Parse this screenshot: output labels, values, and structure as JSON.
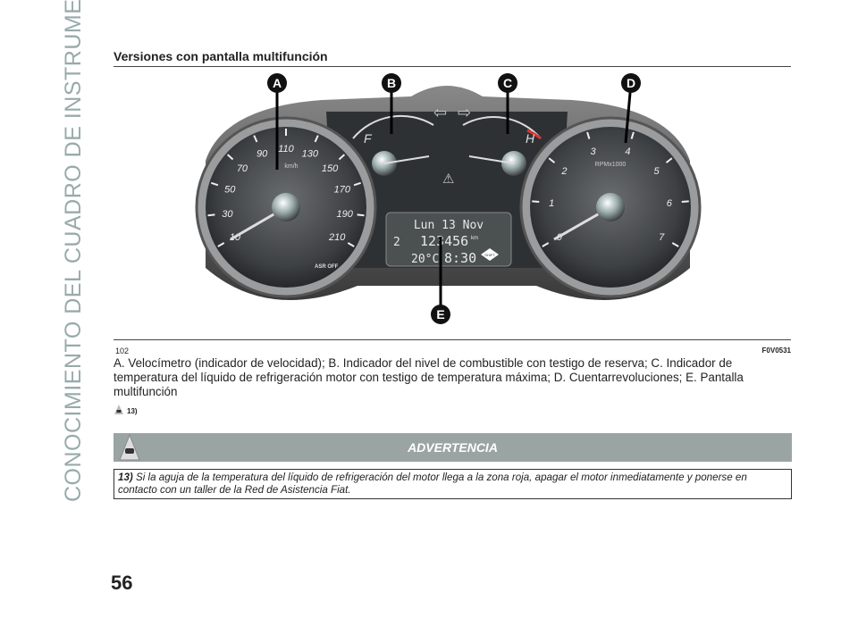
{
  "side_title": "CONOCIMIENTO DEL CUADRO DE INSTRUMENTOS",
  "page_number": "56",
  "heading": "Versiones con pantalla multifunción",
  "figure": {
    "number": "102",
    "code": "F0V0531",
    "callouts": [
      "A",
      "B",
      "C",
      "D",
      "E"
    ],
    "speedo": {
      "labels": [
        "10",
        "30",
        "50",
        "70",
        "90",
        "110",
        "130",
        "150",
        "170",
        "190",
        "210"
      ],
      "unit": "km/h"
    },
    "tacho": {
      "labels": [
        "0",
        "1",
        "2",
        "3",
        "4",
        "5",
        "6",
        "7"
      ],
      "unit": "RPMx1000"
    },
    "fuel": {
      "full": "F"
    },
    "temp": {
      "hot": "H"
    },
    "display": {
      "date": "Lun 13 Nov",
      "gear": "2",
      "odometer": "123456",
      "odo_unit": "km",
      "temperature": "20°C",
      "time": "8:30",
      "shift": "SHIFT"
    },
    "asr": "ASR OFF"
  },
  "caption": "A. Velocímetro (indicador de velocidad); B. Indicador del nivel de combustible con testigo de reserva; C. Indicador de temperatura del líquido de refrigeración motor con testigo de temperatura máxima; D. Cuentarrevoluciones; E. Pantalla multifunción",
  "ref": "13)",
  "warning": {
    "title": "ADVERTENCIA",
    "num": "13)",
    "text": "Si la aguja de la temperatura del líquido de refrigeración del motor llega a la zona roja, apagar el motor inmediatamente y ponerse en contacto con un taller de la Red de Asistencia Fiat."
  }
}
